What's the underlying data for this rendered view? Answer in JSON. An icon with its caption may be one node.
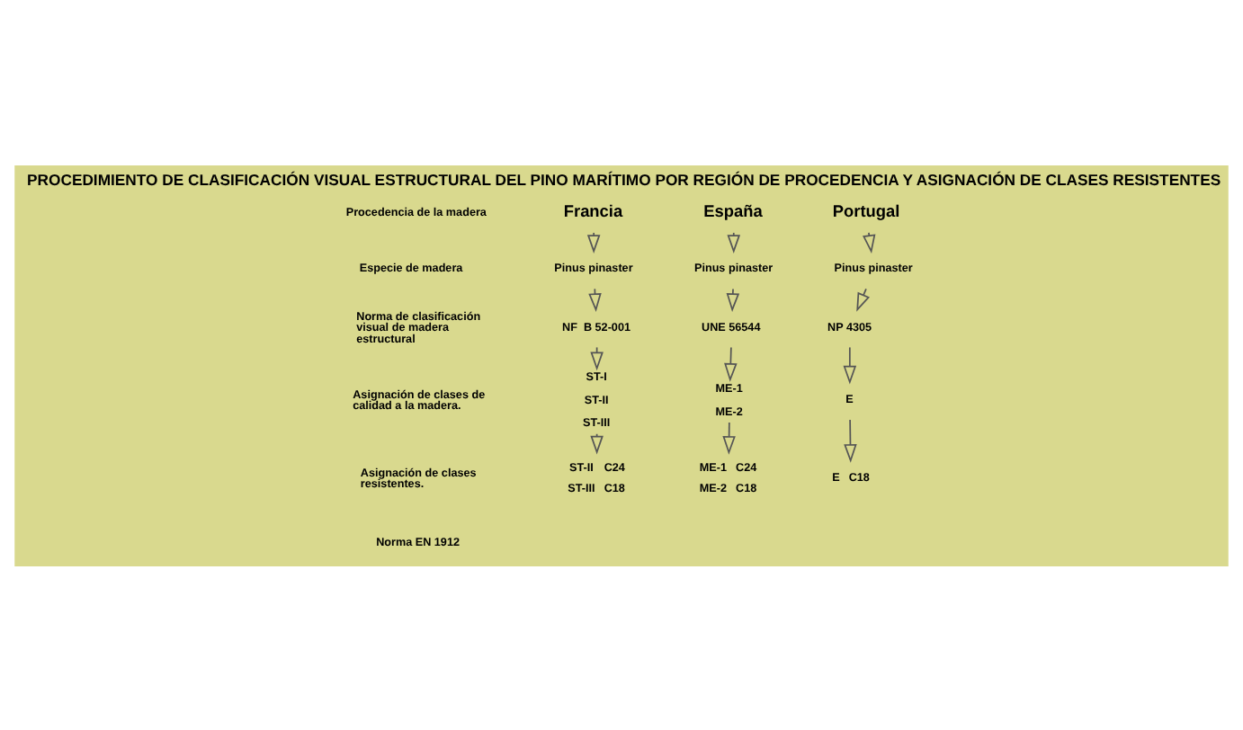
{
  "diagram": {
    "title": "PROCEDIMIENTO DE CLASIFICACIÓN VISUAL ESTRUCTURAL DEL PINO MARÍTIMO POR REGIÓN DE PROCEDENCIA Y ASIGNACIÓN DE CLASES RESISTENTES",
    "nodes": [
      {
        "text": [
          "Francia"
        ]
      },
      {
        "text": [
          "Pinus pinaster"
        ]
      },
      {
        "text": [
          "NF  B 52-001"
        ]
      },
      {
        "text": [
          "ST-I",
          "ST-II",
          "ST-III"
        ]
      },
      {
        "text": [
          "ST-II",
          "C24",
          "ST-III",
          "C18"
        ]
      },
      {
        "text": [
          "España"
        ]
      },
      {
        "text": [
          "Pinus pinaster"
        ]
      },
      {
        "text": [
          "UNE 56544"
        ]
      },
      {
        "text": [
          "ME-1",
          "ME-2"
        ]
      },
      {
        "text": [
          "ME-1",
          "C24",
          "ME-2",
          "C18"
        ]
      },
      {
        "text": [
          "Portugal"
        ]
      },
      {
        "text": [
          "Pinus pinaster"
        ]
      },
      {
        "text": [
          "NP 4305"
        ]
      },
      {
        "text": [
          "E"
        ]
      },
      {
        "text": [
          "E",
          "C18"
        ]
      }
    ],
    "edges": [
      {
        "from": 0,
        "to": 1,
        "arrow": "to"
      },
      {
        "from": 1,
        "to": 2,
        "arrow": "to"
      },
      {
        "from": 2,
        "to": 3,
        "arrow": "to"
      },
      {
        "from": 3,
        "to": 4,
        "arrow": "to"
      },
      {
        "from": 5,
        "to": 6,
        "arrow": "to"
      },
      {
        "from": 6,
        "to": 7,
        "arrow": "to"
      },
      {
        "from": 7,
        "to": 8,
        "arrow": "to"
      },
      {
        "from": 8,
        "to": 9,
        "arrow": "to"
      },
      {
        "from": 10,
        "to": 11,
        "arrow": "to"
      },
      {
        "from": 11,
        "to": 12,
        "arrow": "to"
      },
      {
        "from": 12,
        "to": 13,
        "arrow": "to"
      },
      {
        "from": 13,
        "to": 14,
        "arrow": "to"
      }
    ],
    "labels": [
      "Procedencia de la madera",
      "Especie de madera",
      "Norma de clasificación visual de madera estructural",
      "Asignación de clases de calidad a la madera.",
      "Asignación de clases resistentes.",
      "Norma EN 1912"
    ]
  }
}
